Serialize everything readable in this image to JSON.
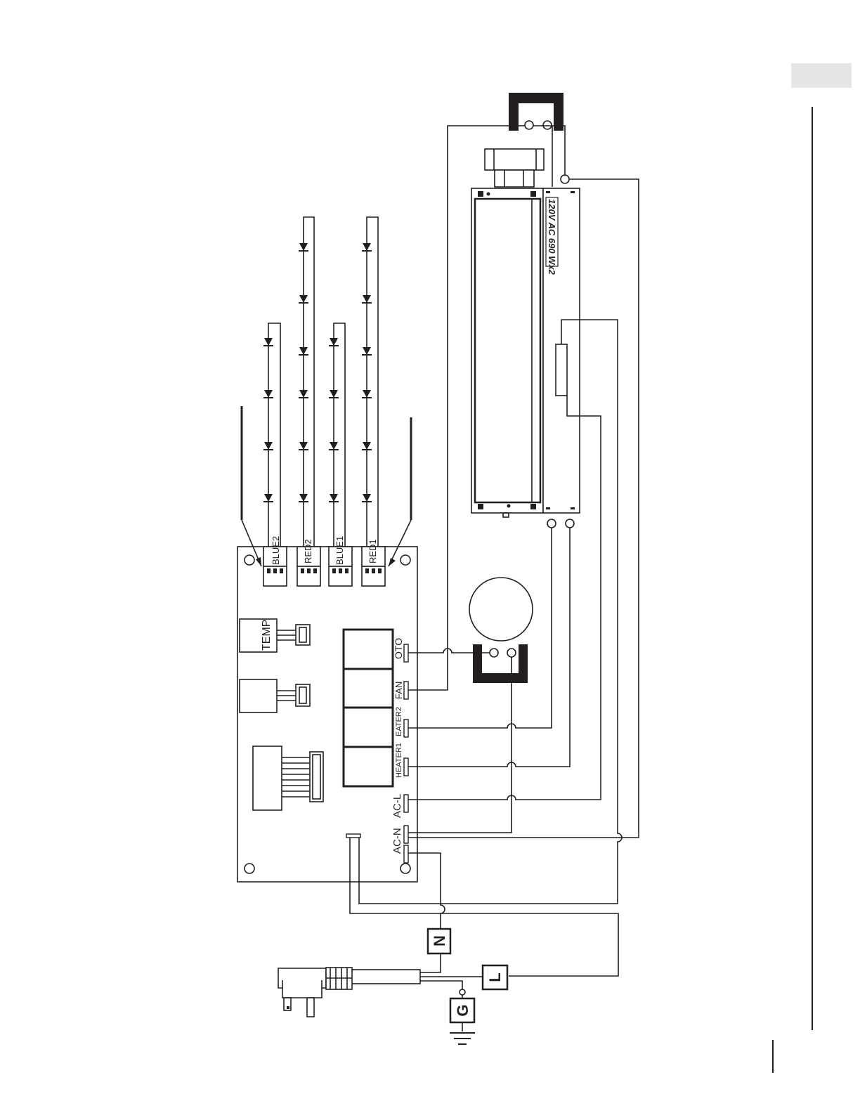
{
  "board": {
    "temp_label": "TEMP",
    "led_connectors": [
      "BLUE2",
      "RED2",
      "BLUE1",
      "RED1"
    ],
    "relay_labels": [
      "OTO",
      "FAN",
      "EATER2",
      "HEATER1"
    ],
    "power_labels": [
      "AC-L",
      "AC-N"
    ]
  },
  "heater": {
    "rating": "120V AC 690 Wx2"
  },
  "mains": {
    "neutral": "N",
    "line": "L",
    "ground": "G"
  }
}
